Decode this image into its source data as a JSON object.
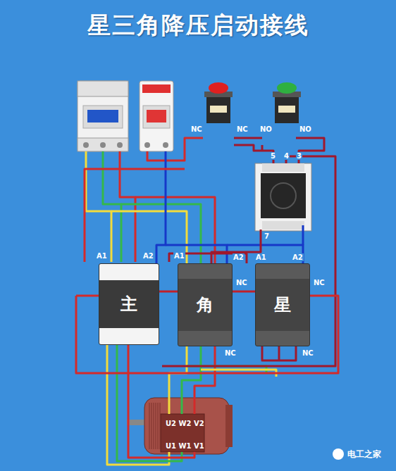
{
  "diagram": {
    "title": "星三角降压启动接线",
    "nodes": [
      {
        "text": [
          "主"
        ]
      },
      {
        "text": [
          "角"
        ]
      },
      {
        "text": [
          "星"
        ]
      }
    ],
    "edges": [
      {
        "from": 0,
        "to": 1,
        "arrow": "none"
      },
      {
        "from": 1,
        "to": 2,
        "arrow": "none"
      }
    ],
    "labels": [
      "NC",
      "NC",
      "NO",
      "NO",
      "5",
      "4",
      "3",
      "7",
      "A1",
      "A2",
      "A1",
      "A2",
      "A1",
      "A2",
      "NC",
      "NC",
      "NC",
      "NC",
      "U2 W2 V2",
      "U1 W1 V1",
      "电工之家"
    ]
  }
}
